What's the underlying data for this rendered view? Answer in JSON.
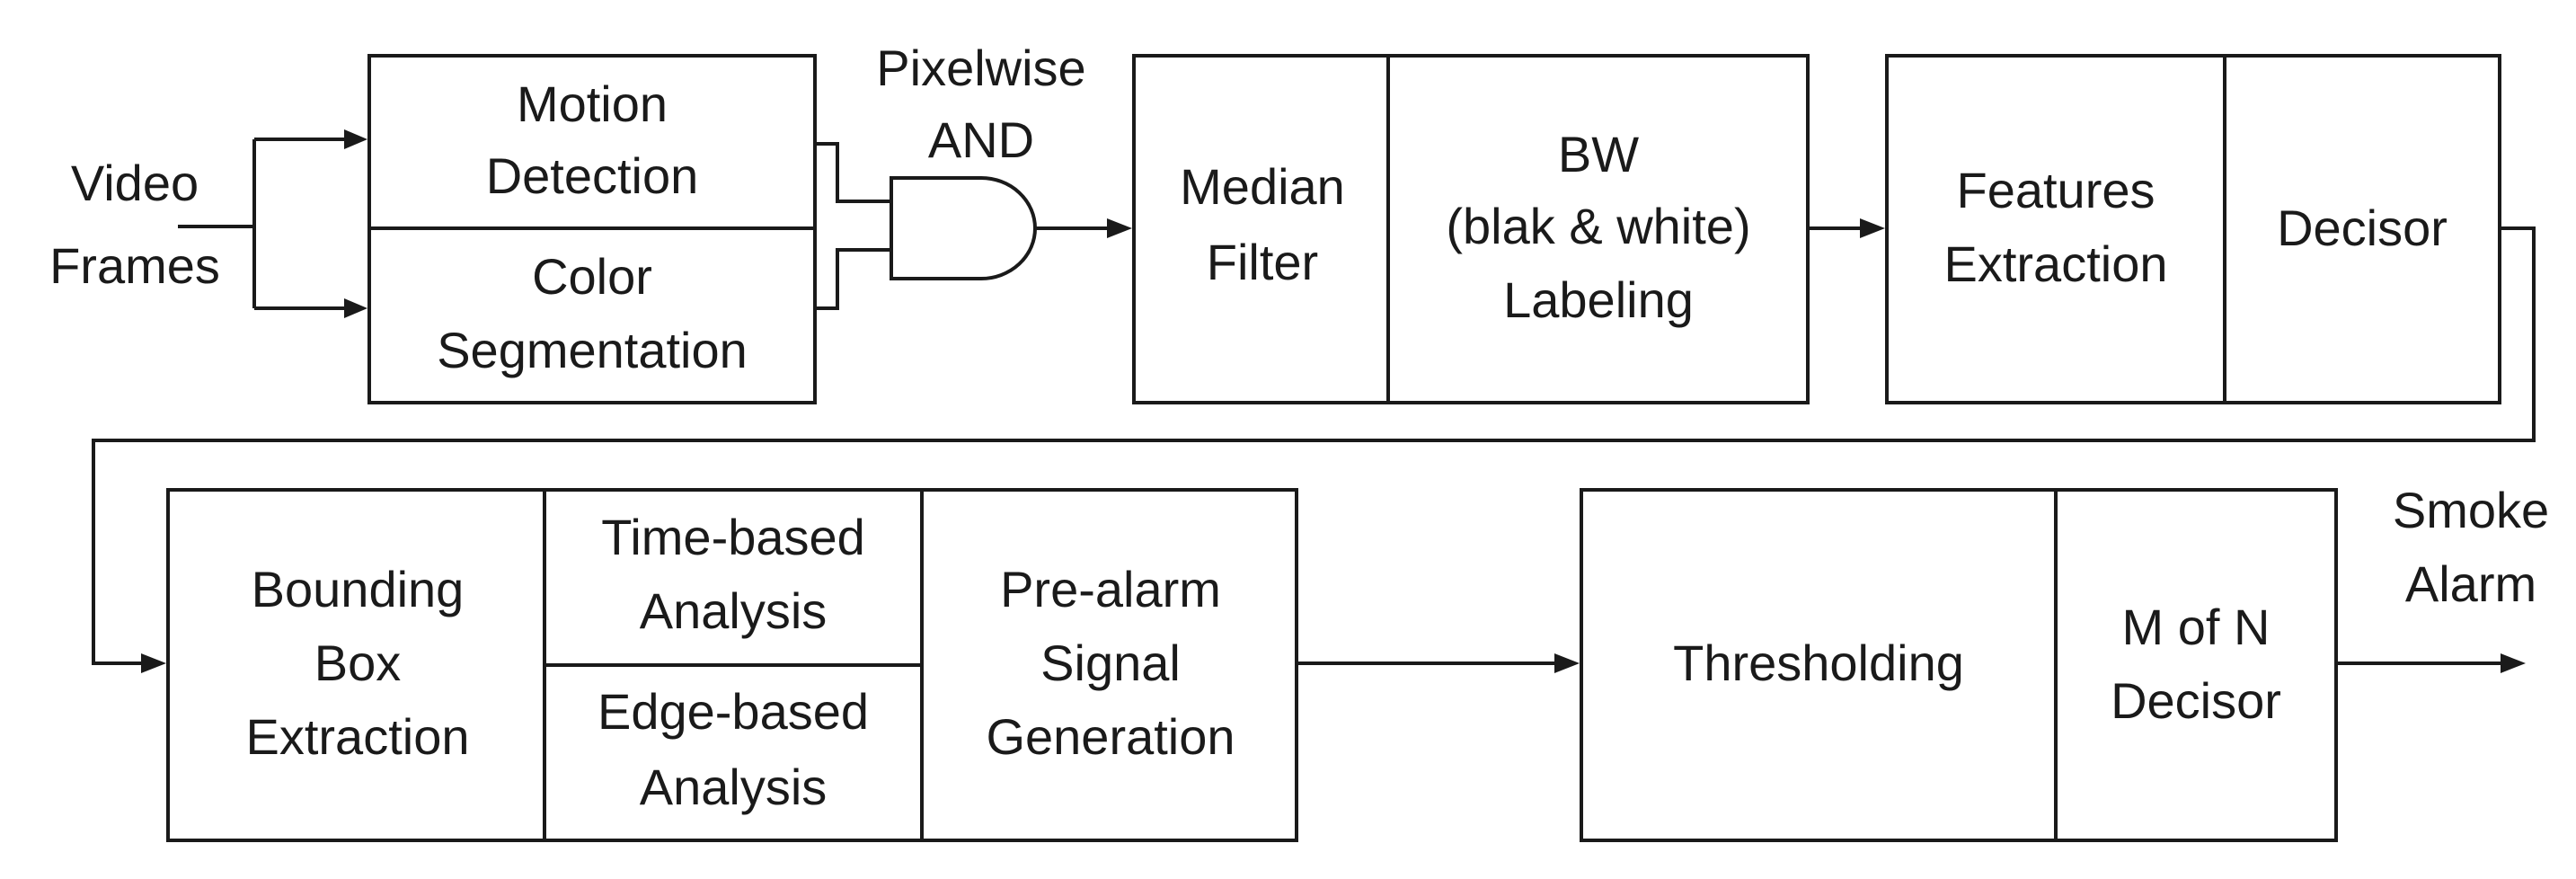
{
  "diagram": {
    "input_label": [
      "Video",
      "Frames"
    ],
    "and_gate_label": [
      "Pixelwise",
      "AND"
    ],
    "output_label": [
      "Smoke",
      "Alarm"
    ],
    "row1": {
      "motion_detection": [
        "Motion",
        "Detection"
      ],
      "color_segmentation": [
        "Color",
        "Segmentation"
      ],
      "median_filter": [
        "Median",
        "Filter"
      ],
      "bw_labeling": [
        "BW",
        "(blak & white)",
        "Labeling"
      ],
      "features_extraction": [
        "Features",
        "Extraction"
      ],
      "decisor": [
        "Decisor"
      ]
    },
    "row2": {
      "bounding_box_extraction": [
        "Bounding",
        "Box",
        "Extraction"
      ],
      "time_based_analysis": [
        "Time-based",
        "Analysis"
      ],
      "edge_based_analysis": [
        "Edge-based",
        "Analysis"
      ],
      "pre_alarm_signal_generation": [
        "Pre-alarm",
        "Signal",
        "Generation"
      ],
      "thresholding": [
        "Thresholding"
      ],
      "m_of_n_decisor": [
        "M of N",
        "Decisor"
      ]
    }
  }
}
